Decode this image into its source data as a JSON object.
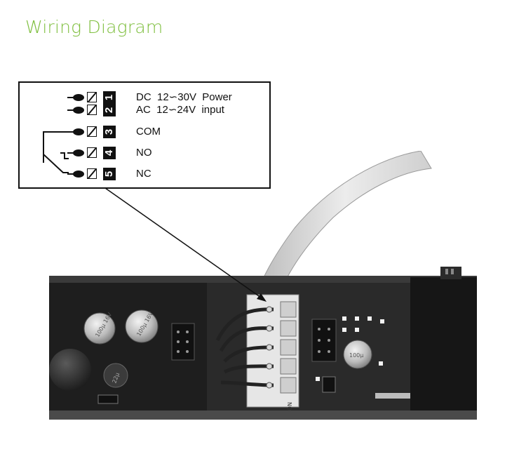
{
  "title": "Wiring Diagram",
  "terminals": [
    {
      "num": "1",
      "label": "DC  12∽30V  Power"
    },
    {
      "num": "2",
      "label": "AC  12∽24V  input"
    },
    {
      "num": "3",
      "label": "COM"
    },
    {
      "num": "4",
      "label": "NO"
    },
    {
      "num": "5",
      "label": "NC"
    }
  ],
  "photo_markings": {
    "cap1": "100μ 16V",
    "cap2": "100μ 16V",
    "cap3": "100μ",
    "cap4": "22μ",
    "connector_label": "NO"
  },
  "colors": {
    "title": "#7fbf3f",
    "board": "#1e1e1e"
  }
}
